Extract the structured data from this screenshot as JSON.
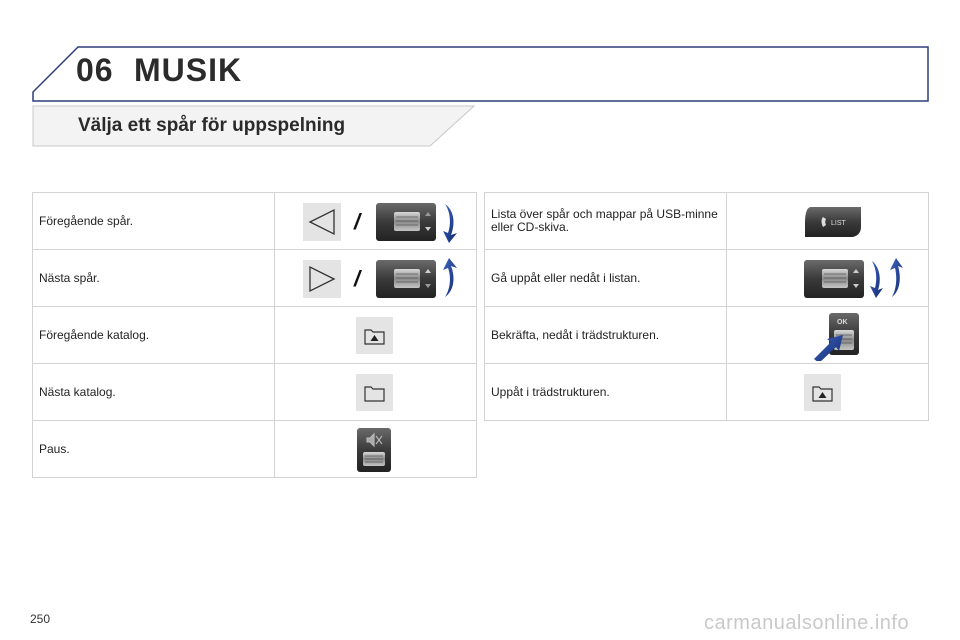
{
  "header": {
    "chapter_number": "06",
    "chapter_title": "MUSIK",
    "section_title": "Välja ett spår för uppspelning"
  },
  "left_rows": [
    {
      "label": "Föregående spår.",
      "icons": [
        "triangle-left-icon",
        "slash",
        "scroll-wheel-control-icon",
        "arrow-down-icon"
      ]
    },
    {
      "label": "Nästa spår.",
      "icons": [
        "triangle-right-icon",
        "slash",
        "scroll-wheel-control-icon",
        "arrow-up-icon"
      ]
    },
    {
      "label": "Föregående katalog.",
      "icons": [
        "folder-up-icon"
      ]
    },
    {
      "label": "Nästa katalog.",
      "icons": [
        "folder-icon"
      ]
    },
    {
      "label": "Paus.",
      "icons": [
        "mute-wheel-icon"
      ]
    }
  ],
  "right_rows": [
    {
      "label": "Lista över spår och mappar på USB-minne eller CD-skiva.",
      "icons": [
        "list-button-icon"
      ]
    },
    {
      "label": "Gå uppåt eller nedåt i listan.",
      "icons": [
        "scroll-wheel-control-icon",
        "arrows-up-down-icon"
      ]
    },
    {
      "label": "Bekräfta, nedåt i trädstrukturen.",
      "icons": [
        "ok-button-icon",
        "arrow-press-icon"
      ]
    },
    {
      "label": "Uppåt i trädstrukturen.",
      "icons": [
        "folder-up-icon"
      ]
    }
  ],
  "slash_text": "/",
  "list_button_text": "LIST",
  "ok_button_text": "OK",
  "page_number": "250",
  "watermark": "carmanualsonline.info",
  "colors": {
    "header_border": "#2d3f7a",
    "arrow": "#1d3a8c",
    "control_dark": "#3a3a3a"
  }
}
